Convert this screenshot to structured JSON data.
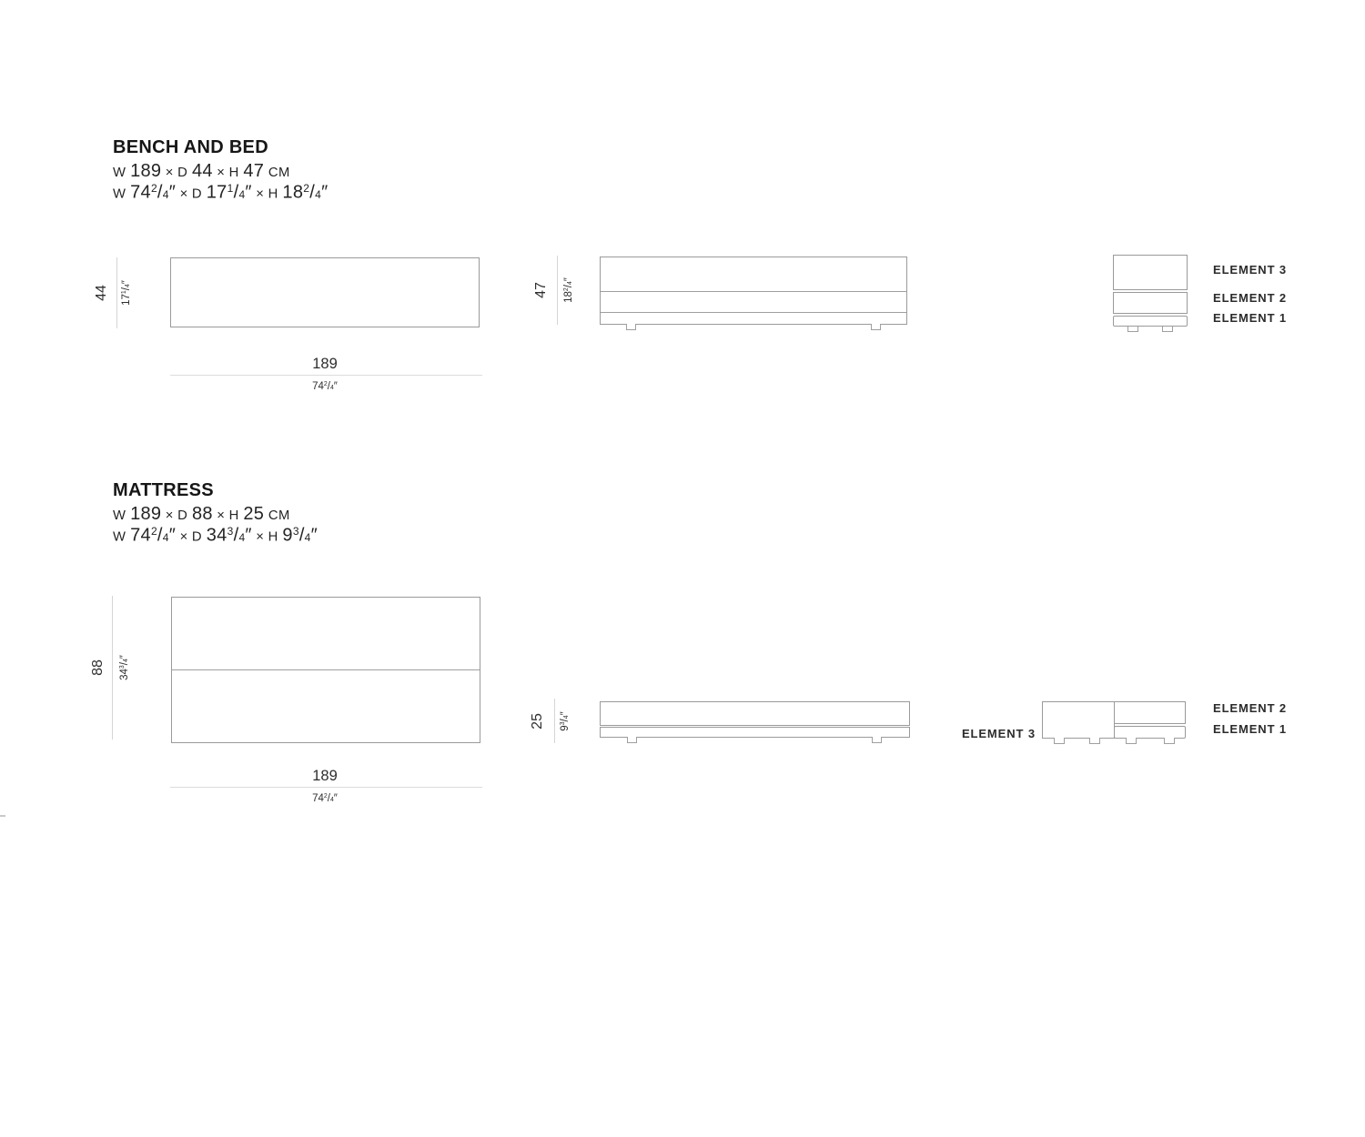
{
  "colors": {
    "outline": "#9a9a9a",
    "dim_line": "#d5d5d5",
    "title_text": "#161616",
    "body_text": "#2e2e2e"
  },
  "bench": {
    "title": "BENCH AND BED",
    "metric_tokens": [
      [
        "c",
        "W "
      ],
      [
        "t",
        "189"
      ],
      [
        "x",
        " × "
      ],
      [
        "c",
        "D "
      ],
      [
        "t",
        "44"
      ],
      [
        "x",
        " × "
      ],
      [
        "c",
        "H "
      ],
      [
        "t",
        "47"
      ],
      [
        "c",
        " CM"
      ]
    ],
    "imperial_tokens": [
      [
        "c",
        "W "
      ],
      [
        "t",
        "74"
      ],
      [
        "s",
        "2"
      ],
      [
        "t",
        "/"
      ],
      [
        "b",
        "4"
      ],
      [
        "t",
        "″"
      ],
      [
        "x",
        " × "
      ],
      [
        "c",
        "D "
      ],
      [
        "t",
        "17"
      ],
      [
        "s",
        "1"
      ],
      [
        "t",
        "/"
      ],
      [
        "b",
        "4"
      ],
      [
        "t",
        "″"
      ],
      [
        "x",
        " × "
      ],
      [
        "c",
        "H "
      ],
      [
        "t",
        "18"
      ],
      [
        "s",
        "2"
      ],
      [
        "t",
        "/"
      ],
      [
        "b",
        "4"
      ],
      [
        "t",
        "″"
      ]
    ],
    "top_view": {
      "depth_cm": "44",
      "depth_in_tokens": [
        [
          "t",
          "17"
        ],
        [
          "s",
          "1"
        ],
        [
          "t",
          "/"
        ],
        [
          "b",
          "4"
        ],
        [
          "t",
          "″"
        ]
      ],
      "width_cm": "189",
      "width_in_tokens": [
        [
          "t",
          "74"
        ],
        [
          "s",
          "2"
        ],
        [
          "t",
          "/"
        ],
        [
          "b",
          "4"
        ],
        [
          "t",
          "″"
        ]
      ]
    },
    "front_view": {
      "height_cm": "47",
      "height_in_tokens": [
        [
          "t",
          "18"
        ],
        [
          "s",
          "2"
        ],
        [
          "t",
          "/"
        ],
        [
          "b",
          "4"
        ],
        [
          "t",
          "″"
        ]
      ]
    },
    "elements": {
      "e3": "ELEMENT 3",
      "e2": "ELEMENT 2",
      "e1": "ELEMENT 1"
    }
  },
  "mattress": {
    "title": "MATTRESS",
    "metric_tokens": [
      [
        "c",
        "W "
      ],
      [
        "t",
        "189"
      ],
      [
        "x",
        " × "
      ],
      [
        "c",
        "D "
      ],
      [
        "t",
        "88"
      ],
      [
        "x",
        " × "
      ],
      [
        "c",
        "H "
      ],
      [
        "t",
        "25"
      ],
      [
        "c",
        " CM"
      ]
    ],
    "imperial_tokens": [
      [
        "c",
        "W "
      ],
      [
        "t",
        "74"
      ],
      [
        "s",
        "2"
      ],
      [
        "t",
        "/"
      ],
      [
        "b",
        "4"
      ],
      [
        "t",
        "″"
      ],
      [
        "x",
        " × "
      ],
      [
        "c",
        "D "
      ],
      [
        "t",
        "34"
      ],
      [
        "s",
        "3"
      ],
      [
        "t",
        "/"
      ],
      [
        "b",
        "4"
      ],
      [
        "t",
        "″"
      ],
      [
        "x",
        " × "
      ],
      [
        "c",
        "H "
      ],
      [
        "t",
        "9"
      ],
      [
        "s",
        "3"
      ],
      [
        "t",
        "/"
      ],
      [
        "b",
        "4"
      ],
      [
        "t",
        "″"
      ]
    ],
    "top_view": {
      "depth_cm": "88",
      "depth_in_tokens": [
        [
          "t",
          "34"
        ],
        [
          "s",
          "3"
        ],
        [
          "t",
          "/"
        ],
        [
          "b",
          "4"
        ],
        [
          "t",
          "″"
        ]
      ],
      "width_cm": "189",
      "width_in_tokens": [
        [
          "t",
          "74"
        ],
        [
          "s",
          "2"
        ],
        [
          "t",
          "/"
        ],
        [
          "b",
          "4"
        ],
        [
          "t",
          "″"
        ]
      ]
    },
    "front_view": {
      "height_cm": "25",
      "height_in_tokens": [
        [
          "t",
          "9"
        ],
        [
          "s",
          "3"
        ],
        [
          "t",
          "/"
        ],
        [
          "b",
          "4"
        ],
        [
          "t",
          "″"
        ]
      ]
    },
    "elements": {
      "e3": "ELEMENT 3",
      "e2": "ELEMENT 2",
      "e1": "ELEMENT 1"
    }
  }
}
